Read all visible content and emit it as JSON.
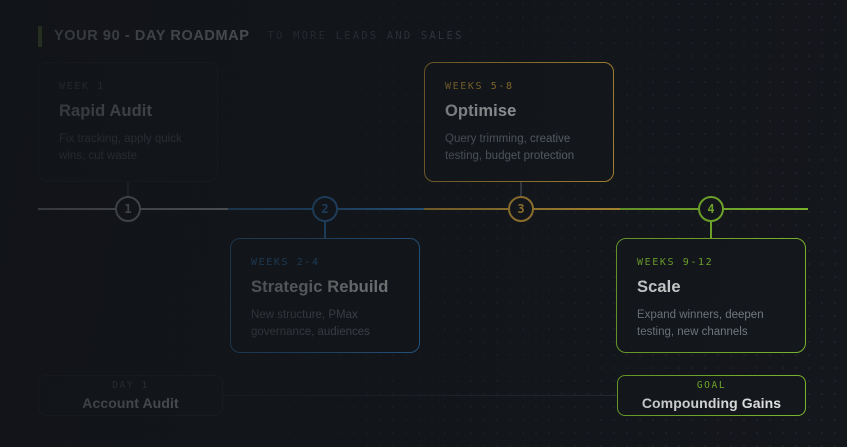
{
  "header": {
    "title": "YOUR 90 - DAY ROADMAP",
    "subtitle": "TO MORE LEADS AND SALES",
    "accent_color": "#A3D34A"
  },
  "colors": {
    "background": "#14171c",
    "card_background": "#14181d",
    "default_border": "#2c3138",
    "white": "#ffffff",
    "blue": "#3B9BF0",
    "amber": "#E8B33A",
    "lime": "#86C72E",
    "muted_text": "#868d96",
    "eyebrow_text": "#7d858f"
  },
  "timeline": {
    "nodes": [
      {
        "label": "1",
        "color": "#ffffff"
      },
      {
        "label": "2",
        "color": "#3B9BF0"
      },
      {
        "label": "3",
        "color": "#E8B33A"
      },
      {
        "label": "4",
        "color": "#86C72E"
      }
    ]
  },
  "cards": [
    {
      "eyebrow": "WEEK 1",
      "title": "Rapid Audit",
      "description": "Fix tracking, apply quick wins, cut waste",
      "position": "above",
      "accent": "#ffffff",
      "accent_border": false
    },
    {
      "eyebrow": "WEEKS 2-4",
      "title": "Strategic Rebuild",
      "description": "New structure, PMax governance, audiences",
      "position": "below",
      "accent": "#3B9BF0",
      "accent_border": true
    },
    {
      "eyebrow": "WEEKS 5-8",
      "title": "Optimise",
      "description": "Query trimming, creative testing, budget protection",
      "position": "above",
      "accent": "#E8B33A",
      "accent_border": true
    },
    {
      "eyebrow": "WEEKS 9-12",
      "title": "Scale",
      "description": "Expand winners, deepen testing, new channels",
      "position": "below",
      "accent": "#86C72E",
      "accent_border": true
    }
  ],
  "endboxes": {
    "start": {
      "eyebrow": "DAY 1",
      "title": "Account Audit",
      "accent": "#2c3138"
    },
    "goal": {
      "eyebrow": "GOAL",
      "title": "Compounding Gains",
      "accent": "#86C72E"
    }
  }
}
